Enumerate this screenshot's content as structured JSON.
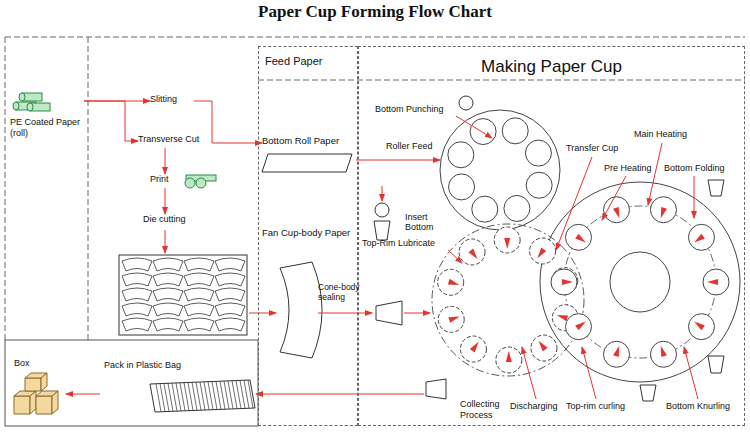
{
  "diagram": {
    "title": "Paper Cup Forming Flow Chart",
    "nodes": [
      {
        "text": [
          "Feed Paper"
        ]
      },
      {
        "text": [
          "Making Paper Cup"
        ]
      },
      {
        "text": [
          "PE Coated Paper (roll)"
        ]
      },
      {
        "text": [
          "Slitting"
        ]
      },
      {
        "text": [
          "Transverse Cut"
        ]
      },
      {
        "text": [
          "Print"
        ]
      },
      {
        "text": [
          "Die cutting"
        ]
      },
      {
        "text": [
          "Bottom Roll Paper"
        ],
        "in": 0
      },
      {
        "text": [
          "Fan Cup-body Paper"
        ],
        "in": 0
      },
      {
        "text": [
          "Collecting Process"
        ],
        "in": 1
      },
      {
        "text": [
          "Pack in Plastic Bag"
        ]
      },
      {
        "text": [
          "Box"
        ]
      }
    ],
    "edges": [
      {
        "from": 2,
        "to": 3,
        "arrow": "to"
      },
      {
        "from": 2,
        "to": 4,
        "arrow": "to"
      },
      {
        "from": 4,
        "to": 5,
        "arrow": "to"
      },
      {
        "from": 5,
        "to": 6,
        "arrow": "to"
      },
      {
        "from": 3,
        "to": 7,
        "arrow": "to"
      },
      {
        "from": 9,
        "to": 10,
        "arrow": "to"
      },
      {
        "from": 10,
        "to": 11,
        "arrow": "to"
      }
    ],
    "labels": [
      "Bottom Punching",
      "Roller Feed",
      "Insert Bottom",
      "Top-Rim Lubricate",
      "Cone-body sealing",
      "Transfer Cup",
      "Main Heating",
      "Pre Heating",
      "Bottom Folding",
      "Discharging",
      "Top-rim curling",
      "Bottom Knurling"
    ]
  }
}
